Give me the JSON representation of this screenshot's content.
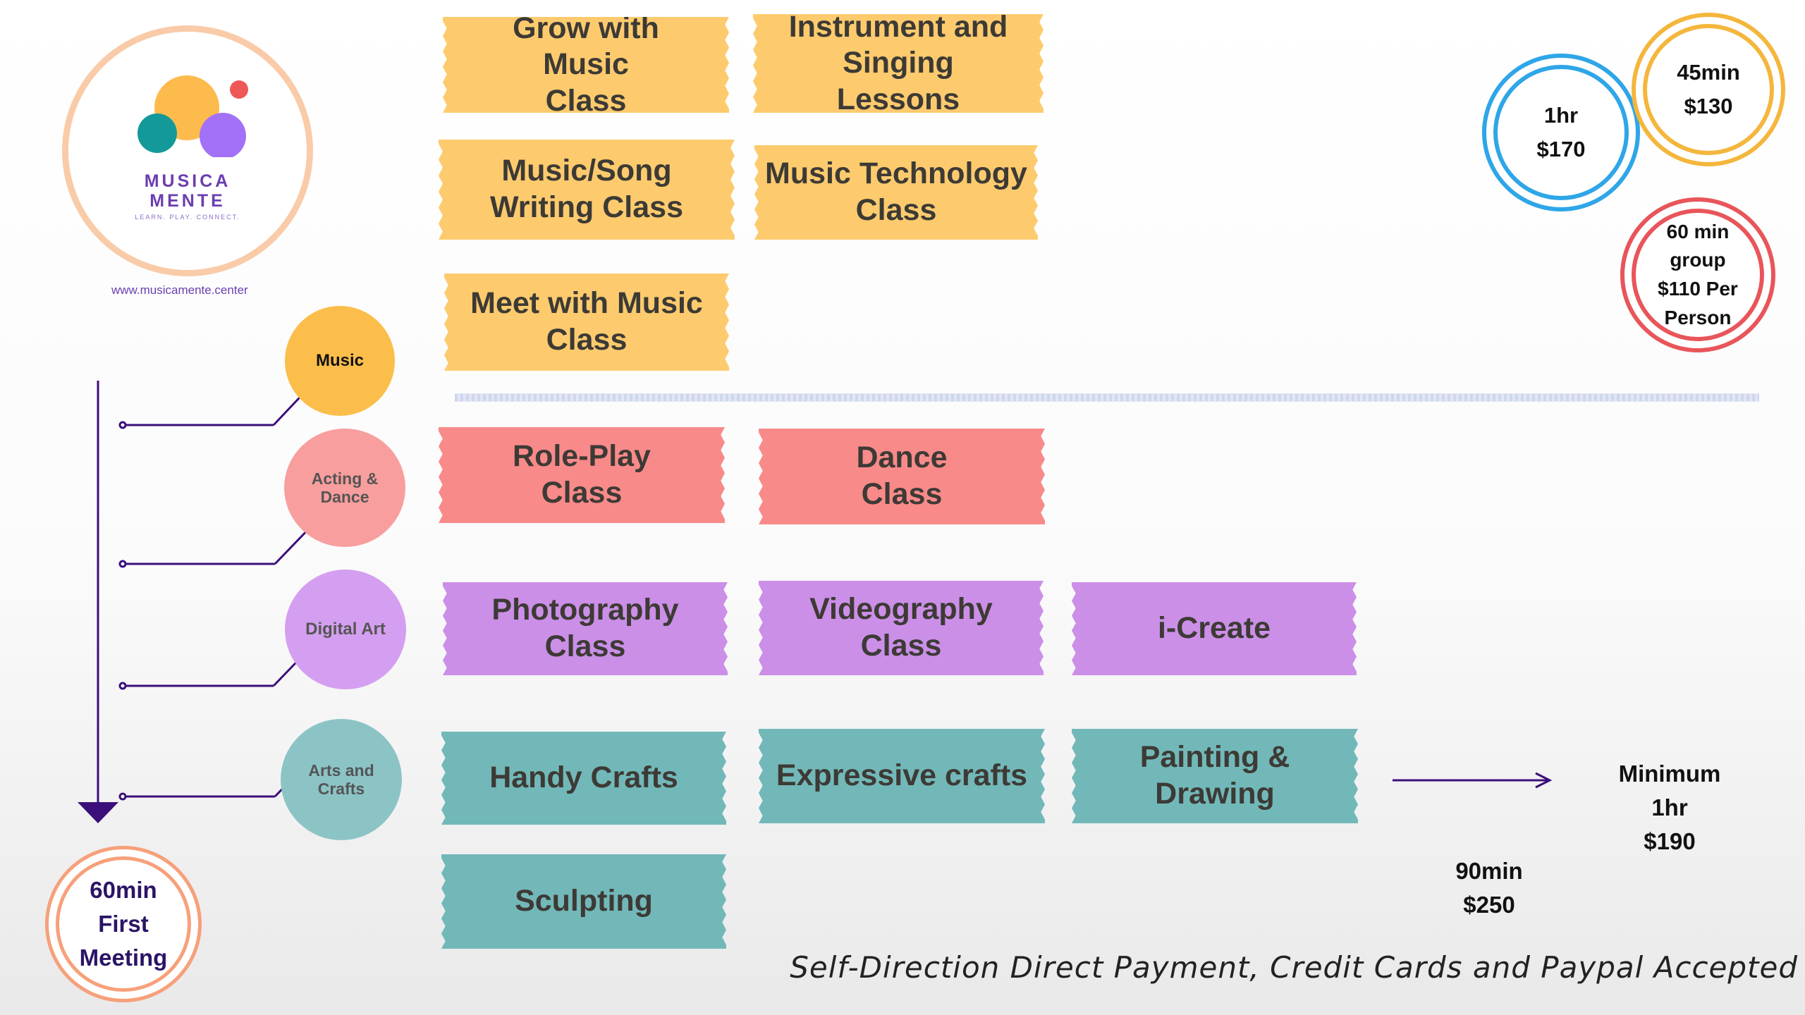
{
  "brand": {
    "name_line1": "MUSICA",
    "name_line2": "MENTE",
    "tagline": "LEARN. PLAY. CONNECT.",
    "website": "www.musicamente.center"
  },
  "categories": {
    "music": "Music",
    "acting": "Acting  &\nDance",
    "digital": "Digital Art",
    "arts": "Arts and\nCrafts"
  },
  "classes": {
    "music": [
      "Grow with Music\nClass",
      "Instrument  and\nSinging Lessons",
      "Music/Song\nWriting Class",
      "Music Technology\nClass",
      "Meet with Music\nClass"
    ],
    "acting": [
      "Role-Play\nClass",
      "Dance\nClass"
    ],
    "digital": [
      "Photography\nClass",
      "Videography\nClass",
      "i-Create"
    ],
    "arts": [
      "Handy Crafts",
      "Expressive crafts",
      "Painting & Drawing",
      "Sculpting"
    ]
  },
  "pricing": {
    "blue": "1hr\n$170",
    "orange": "45min\n$130",
    "red": "60 min\ngroup\n$110 Per\nPerson",
    "first_meeting": "60min\nFirst\nMeeting",
    "minimum": "Minimum\n1hr\n$190",
    "ninety": "90min\n$250"
  },
  "footer": "Self-Direction Direct Payment, Credit Cards and Paypal Accepted",
  "colors": {
    "music": "#fdcb6e",
    "acting": "#f98a8a",
    "digital": "#cb8fe8",
    "arts": "#72b8b9",
    "accent_purple": "#3b0f7a",
    "ring_blue": "#2ea6e8",
    "ring_orange": "#f4b63c",
    "ring_red": "#e8555a",
    "ring_peach": "#f7a07a"
  }
}
